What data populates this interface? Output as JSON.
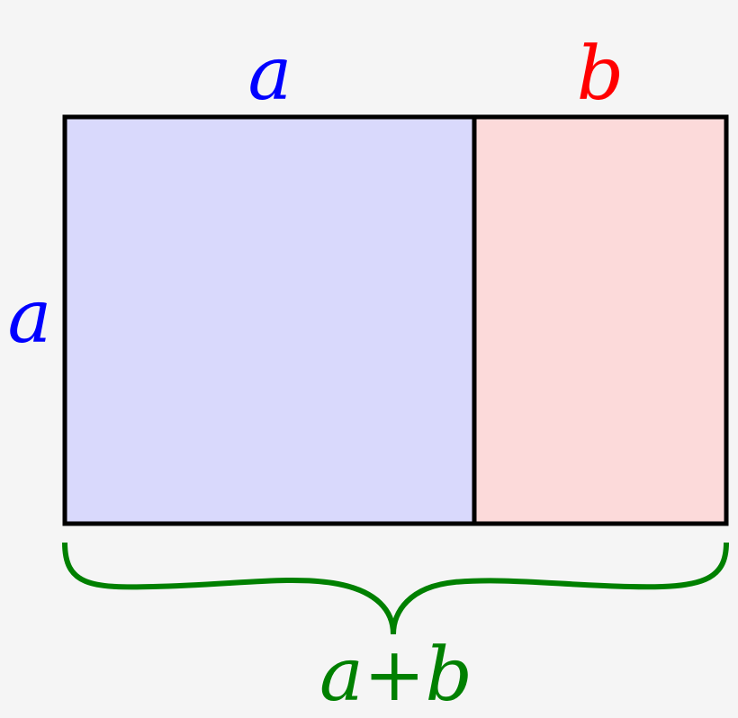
{
  "labels": {
    "top_a": "a",
    "top_b": "b",
    "side_a": "a",
    "sum": "a+b"
  },
  "colors": {
    "a": "#0000ff",
    "b": "#ff0000",
    "sum": "#008000",
    "square_fill": "#d9d9fc",
    "rect_fill": "#fcdada",
    "border": "#000000",
    "background": "#f5f5f5"
  }
}
